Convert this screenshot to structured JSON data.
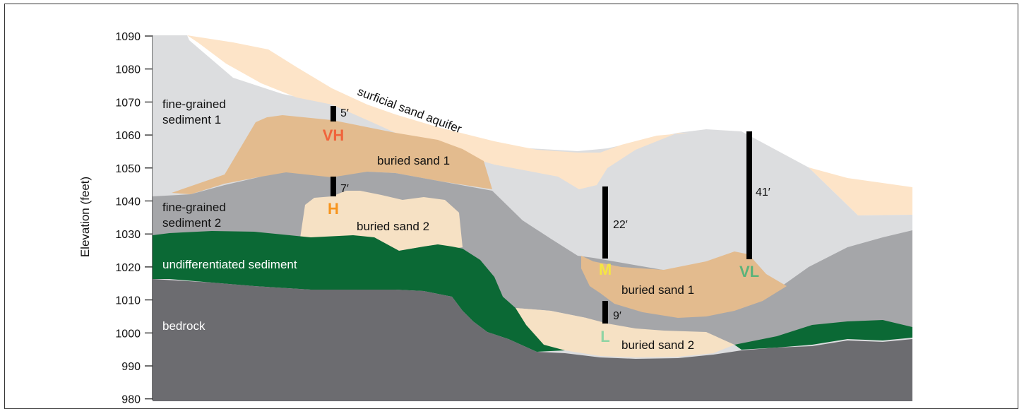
{
  "axis": {
    "title": "Elevation (feet)",
    "ticks": [
      "1090",
      "1080",
      "1070",
      "1060",
      "1050",
      "1040",
      "1030",
      "1020",
      "1010",
      "1000",
      "990",
      "980"
    ]
  },
  "units": {
    "fine1_line1": "fine-grained",
    "fine1_line2": "sediment 1",
    "fine2_line1": "fine-grained",
    "fine2_line2": "sediment 2",
    "surficial": "surficial sand aquifer",
    "buried1_left": "buried sand 1",
    "buried2_left": "buried sand 2",
    "buried1_right": "buried sand 1",
    "buried2_right": "buried sand 2",
    "undiff": "undifferentiated sediment",
    "bedrock": "bedrock"
  },
  "wells": [
    {
      "code": "VH",
      "depth": "5′",
      "color": "#f0643c"
    },
    {
      "code": "H",
      "depth": "7′",
      "color": "#f7941d"
    },
    {
      "code": "M",
      "depth": "22′",
      "color": "#f5e642"
    },
    {
      "code": "L",
      "depth": "9′",
      "color": "#8fd4a4"
    },
    {
      "code": "VL",
      "depth": "41′",
      "color": "#5bb37a"
    }
  ],
  "colors": {
    "surficial_sand": "#fde4c8",
    "fine1": "#dcdddf",
    "buried_sand1": "#e3bb8e",
    "fine2": "#a5a6a9",
    "buried_sand2": "#f6e1c4",
    "undiff": "#0b6935",
    "bedrock": "#6c6c70"
  }
}
